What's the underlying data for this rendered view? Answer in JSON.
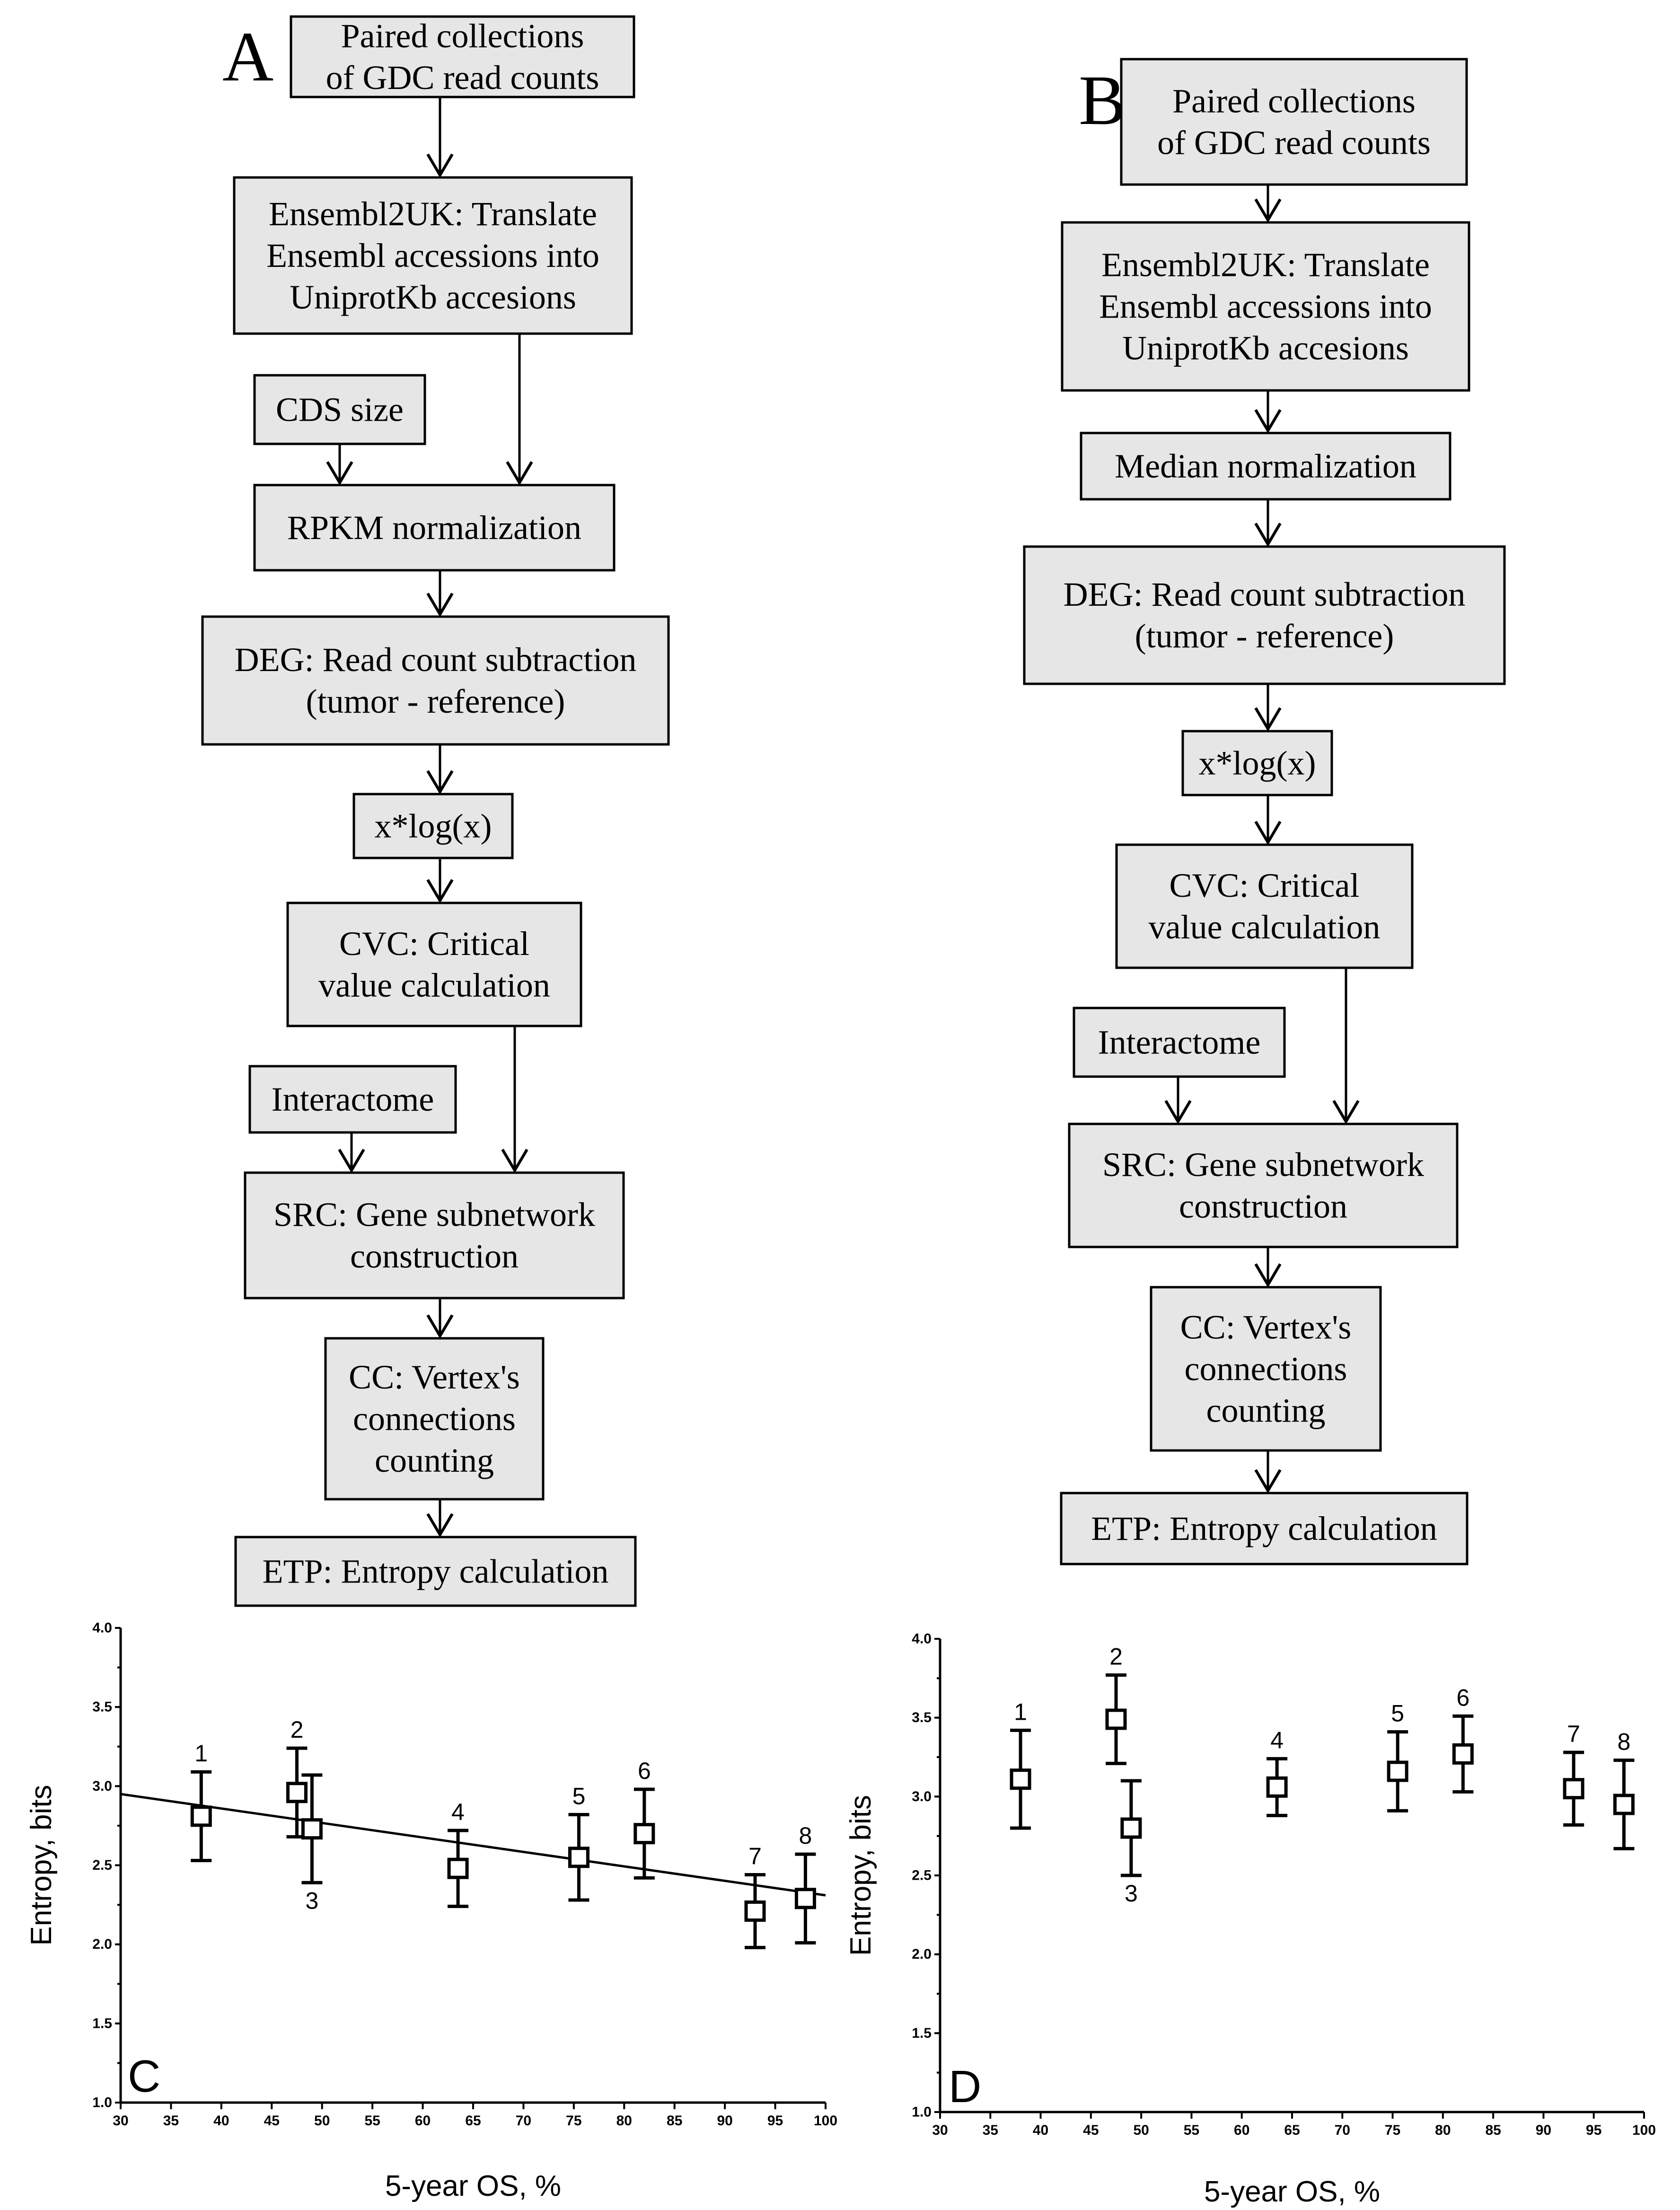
{
  "flowcharts": {
    "A": {
      "panel_label": "A",
      "nodes": {
        "paired": [
          "Paired collections",
          "of GDC read counts"
        ],
        "ensembl": [
          "Ensembl2UK: Translate",
          "Ensembl accessions into",
          "UniprotKb accesions"
        ],
        "cds": [
          "CDS size"
        ],
        "rpkm": [
          "RPKM normalization"
        ],
        "deg": [
          "DEG: Read count subtraction",
          "(tumor - reference)"
        ],
        "xlog": [
          "x*log(x)"
        ],
        "cvc": [
          "CVC: Critical",
          "value calculation"
        ],
        "interactome": [
          "Interactome"
        ],
        "src": [
          "SRC: Gene subnetwork",
          "construction"
        ],
        "cc": [
          "CC: Vertex's",
          "connections",
          "counting"
        ],
        "etp": [
          "ETP: Entropy calculation"
        ]
      }
    },
    "B": {
      "panel_label": "B",
      "nodes": {
        "paired": [
          "Paired collections",
          "of GDC read counts"
        ],
        "ensembl": [
          "Ensembl2UK: Translate",
          "Ensembl accessions into",
          "UniprotKb accesions"
        ],
        "median": [
          "Median normalization"
        ],
        "deg": [
          "DEG: Read count subtraction",
          "(tumor - reference)"
        ],
        "xlog": [
          "x*log(x)"
        ],
        "cvc": [
          "CVC: Critical",
          "value calculation"
        ],
        "interactome": [
          "Interactome"
        ],
        "src": [
          "SRC: Gene subnetwork",
          "construction"
        ],
        "cc": [
          "CC: Vertex's",
          "connections",
          "counting"
        ],
        "etp": [
          "ETP: Entropy calculation"
        ]
      }
    }
  },
  "chart_data": [
    {
      "type": "scatter",
      "panel_label": "C",
      "xlabel": "5-year OS, %",
      "ylabel": "Entropy, bits",
      "xlim": [
        30,
        100
      ],
      "ylim": [
        1.0,
        4.0
      ],
      "xticks": [
        "30",
        "35",
        "40",
        "45",
        "50",
        "55",
        "60",
        "65",
        "70",
        "75",
        "80",
        "85",
        "90",
        "95",
        "100"
      ],
      "yticks": [
        "1.0",
        "1.5",
        "2.0",
        "2.5",
        "3.0",
        "3.5",
        "4.0"
      ],
      "grid": false,
      "points": [
        {
          "label": "1",
          "x": 38,
          "y": 2.81,
          "err": 0.28,
          "label_pos": "above"
        },
        {
          "label": "2",
          "x": 47.5,
          "y": 2.96,
          "err": 0.28,
          "label_pos": "above"
        },
        {
          "label": "3",
          "x": 49,
          "y": 2.73,
          "err": 0.34,
          "label_pos": "below"
        },
        {
          "label": "4",
          "x": 63.5,
          "y": 2.48,
          "err": 0.24,
          "label_pos": "above"
        },
        {
          "label": "5",
          "x": 75.5,
          "y": 2.55,
          "err": 0.27,
          "label_pos": "above"
        },
        {
          "label": "6",
          "x": 82,
          "y": 2.7,
          "err": 0.28,
          "label_pos": "above"
        },
        {
          "label": "7",
          "x": 93,
          "y": 2.21,
          "err": 0.23,
          "label_pos": "above"
        },
        {
          "label": "8",
          "x": 98,
          "y": 2.29,
          "err": 0.28,
          "label_pos": "above"
        }
      ],
      "trendline": {
        "x": [
          30,
          100
        ],
        "y": [
          2.95,
          2.31
        ]
      }
    },
    {
      "type": "scatter",
      "panel_label": "D",
      "xlabel": "5-year OS, %",
      "ylabel": "Entropy, bits",
      "xlim": [
        30,
        100
      ],
      "ylim": [
        1.0,
        4.0
      ],
      "xticks": [
        "30",
        "35",
        "40",
        "45",
        "50",
        "55",
        "60",
        "65",
        "70",
        "75",
        "80",
        "85",
        "90",
        "95",
        "100"
      ],
      "yticks": [
        "1.0",
        "1.5",
        "2.0",
        "2.5",
        "3.0",
        "3.5",
        "4.0"
      ],
      "grid": false,
      "points": [
        {
          "label": "1",
          "x": 38,
          "y": 3.11,
          "err": 0.31,
          "label_pos": "above"
        },
        {
          "label": "2",
          "x": 47.5,
          "y": 3.49,
          "err": 0.28,
          "label_pos": "above"
        },
        {
          "label": "3",
          "x": 49,
          "y": 2.8,
          "err": 0.3,
          "label_pos": "below"
        },
        {
          "label": "4",
          "x": 63.5,
          "y": 3.06,
          "err": 0.18,
          "label_pos": "above"
        },
        {
          "label": "5",
          "x": 75.5,
          "y": 3.16,
          "err": 0.25,
          "label_pos": "above"
        },
        {
          "label": "6",
          "x": 82,
          "y": 3.27,
          "err": 0.24,
          "label_pos": "above"
        },
        {
          "label": "7",
          "x": 93,
          "y": 3.05,
          "err": 0.23,
          "label_pos": "above"
        },
        {
          "label": "8",
          "x": 98,
          "y": 2.95,
          "err": 0.28,
          "label_pos": "above"
        }
      ]
    }
  ]
}
